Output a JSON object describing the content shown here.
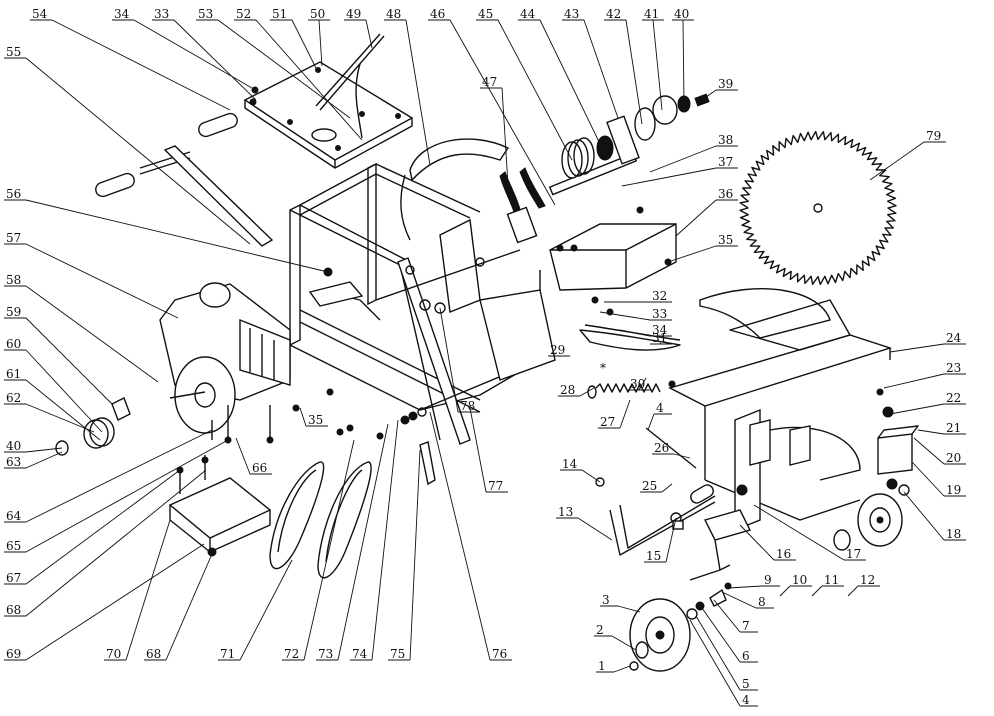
{
  "callouts": [
    {
      "label": "54"
    },
    {
      "label": "34"
    },
    {
      "label": "33"
    },
    {
      "label": "53"
    },
    {
      "label": "52"
    },
    {
      "label": "51"
    },
    {
      "label": "50"
    },
    {
      "label": "49"
    },
    {
      "label": "48"
    },
    {
      "label": "46"
    },
    {
      "label": "45"
    },
    {
      "label": "44"
    },
    {
      "label": "43"
    },
    {
      "label": "42"
    },
    {
      "label": "41"
    },
    {
      "label": "40"
    },
    {
      "label": "55"
    },
    {
      "label": "39"
    },
    {
      "label": "47"
    },
    {
      "label": "38"
    },
    {
      "label": "79"
    },
    {
      "label": "37"
    },
    {
      "label": "56"
    },
    {
      "label": "36"
    },
    {
      "label": "35"
    },
    {
      "label": "57"
    },
    {
      "label": "32"
    },
    {
      "label": "58"
    },
    {
      "label": "33"
    },
    {
      "label": "31"
    },
    {
      "label": "34"
    },
    {
      "label": "24"
    },
    {
      "label": "29"
    },
    {
      "label": "59"
    },
    {
      "label": "23"
    },
    {
      "label": "60"
    },
    {
      "label": "30"
    },
    {
      "label": "28"
    },
    {
      "label": "61"
    },
    {
      "label": "22"
    },
    {
      "label": "62"
    },
    {
      "label": "4"
    },
    {
      "label": "21"
    },
    {
      "label": "35"
    },
    {
      "label": "40"
    },
    {
      "label": "27"
    },
    {
      "label": "20"
    },
    {
      "label": "63"
    },
    {
      "label": "26"
    },
    {
      "label": "66"
    },
    {
      "label": "19"
    },
    {
      "label": "14"
    },
    {
      "label": "25"
    },
    {
      "label": "77"
    },
    {
      "label": "64"
    },
    {
      "label": "18"
    },
    {
      "label": "13"
    },
    {
      "label": "65"
    },
    {
      "label": "15"
    },
    {
      "label": "16"
    },
    {
      "label": "17"
    },
    {
      "label": "67"
    },
    {
      "label": "9"
    },
    {
      "label": "10"
    },
    {
      "label": "11"
    },
    {
      "label": "12"
    },
    {
      "label": "68"
    },
    {
      "label": "8"
    },
    {
      "label": "3"
    },
    {
      "label": "7"
    },
    {
      "label": "2"
    },
    {
      "label": "6"
    },
    {
      "label": "69"
    },
    {
      "label": "70"
    },
    {
      "label": "68"
    },
    {
      "label": "71"
    },
    {
      "label": "72"
    },
    {
      "label": "73"
    },
    {
      "label": "74"
    },
    {
      "label": "75"
    },
    {
      "label": "76"
    },
    {
      "label": "5"
    },
    {
      "label": "1"
    },
    {
      "label": "4"
    },
    {
      "label": "78"
    }
  ],
  "asterisk": "*"
}
